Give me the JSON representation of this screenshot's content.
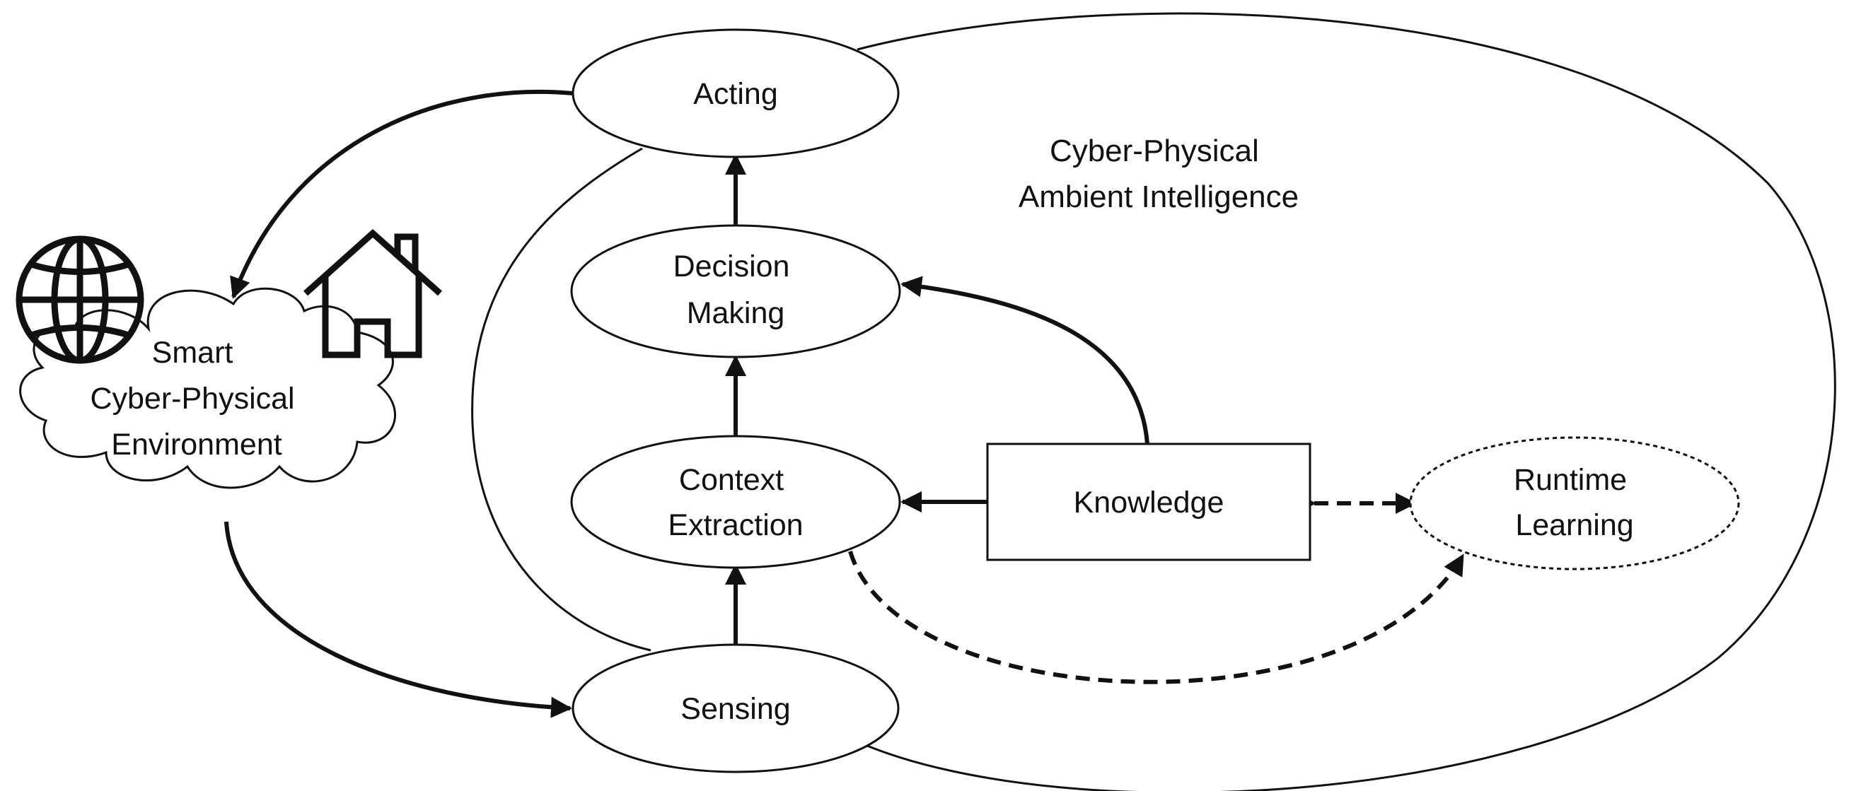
{
  "diagram": {
    "region_label": [
      "Cyber-Physical",
      "Ambient Intelligence"
    ],
    "environment_label": [
      "Smart",
      "Cyber-Physical",
      "Environment"
    ],
    "nodes": {
      "acting": [
        "Acting"
      ],
      "decision": [
        "Decision",
        "Making"
      ],
      "context": [
        "Context",
        "Extraction"
      ],
      "sensing": [
        "Sensing"
      ],
      "knowledge": [
        "Knowledge"
      ],
      "runtime": [
        "Runtime",
        "Learning"
      ]
    },
    "icons": [
      "globe-icon",
      "house-icon",
      "cloud-icon"
    ],
    "colors": {
      "stroke": "#111111",
      "fill": "#ffffff"
    }
  }
}
